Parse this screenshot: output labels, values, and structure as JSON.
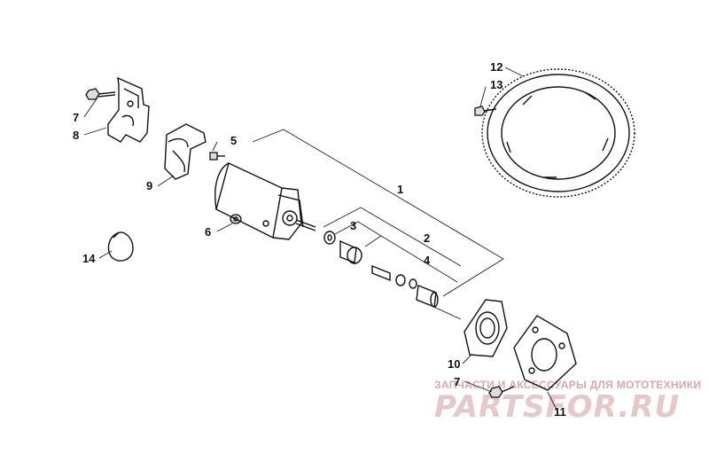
{
  "callouts": {
    "c1": "1",
    "c2": "2",
    "c3": "3",
    "c4": "4",
    "c5": "5",
    "c6": "6",
    "c7a": "7",
    "c7b": "7",
    "c8": "8",
    "c9": "9",
    "c10": "10",
    "c11": "11",
    "c12": "12",
    "c13": "13",
    "c14": "14"
  },
  "watermark": {
    "subtitle": "ЗАПЧАСТИ И АКСЕССУАРЫ ДЛЯ МОТОТЕХНИКИ",
    "brand": "PARTSFOR.RU"
  },
  "colors": {
    "ink": "#111111",
    "watermark": "#e5c9c9"
  }
}
